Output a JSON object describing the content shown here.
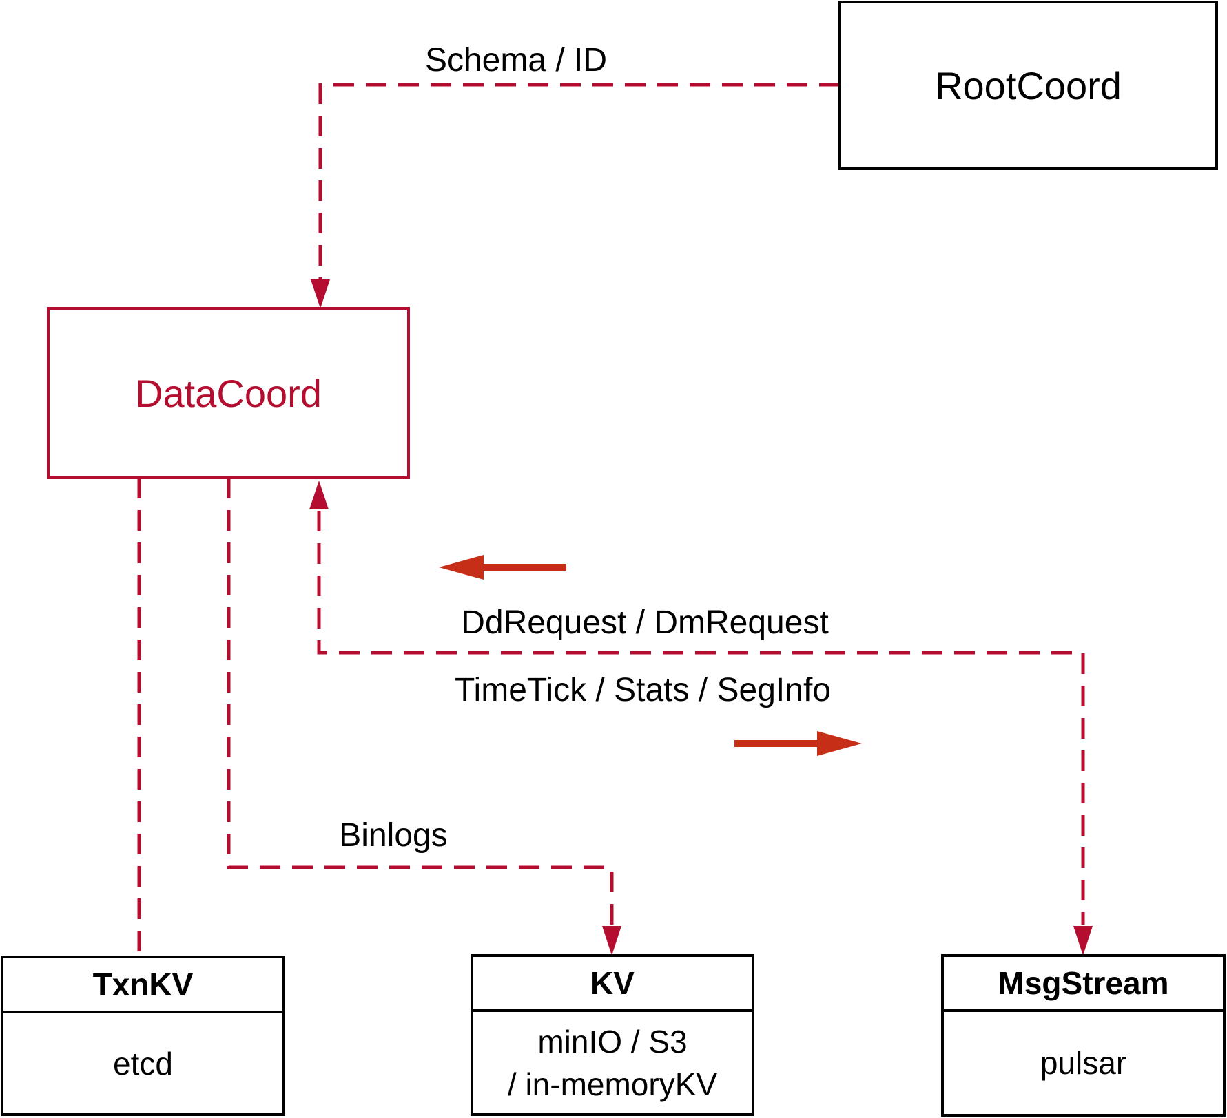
{
  "nodes": {
    "rootcoord": {
      "label": "RootCoord"
    },
    "datacoord": {
      "label": "DataCoord"
    },
    "txnkv": {
      "title": "TxnKV",
      "body": "etcd"
    },
    "kv": {
      "title": "KV",
      "body_line1": "minIO / S3",
      "body_line2": "/ in-memoryKV"
    },
    "msgstream": {
      "title": "MsgStream",
      "body": "pulsar"
    }
  },
  "edges": {
    "schema_label": "Schema / ID",
    "ddrequest_label": "DdRequest / DmRequest",
    "timetick_label": "TimeTick / Stats / SegInfo",
    "binlogs_label": "Binlogs"
  },
  "colors": {
    "dashed_connector": "#b50d2f",
    "accent_box": "#b50d2f",
    "solid_arrow": "#c62e18",
    "box_border": "#000000",
    "text": "#000000",
    "background": "#ffffff"
  }
}
